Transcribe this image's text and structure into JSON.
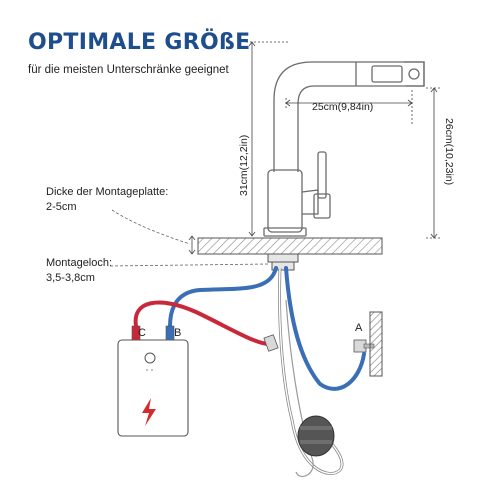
{
  "header": {
    "title": "OPTIMALE GRÖßE",
    "subtitle": "für die meisten Unterschränke geeignet"
  },
  "dimensions": {
    "spout_reach": "25cm(9,84in)",
    "total_height": "31cm(12,2in)",
    "spout_height": "26cm(10,23in)"
  },
  "annotations": {
    "plate_thickness_label": "Dicke der Montageplatte:",
    "plate_thickness_value": "2-5cm",
    "hole_label": "Montageloch:",
    "hole_value": "3,5-3,8cm"
  },
  "markers": {
    "cold": "B",
    "hot": "C",
    "angle_valve": "A"
  },
  "colors": {
    "title": "#1f4e8c",
    "hot_hose": "#c8283a",
    "cold_hose": "#3a6fb5",
    "outline": "#6b6b6b",
    "heater_icon": "#d42a2a"
  },
  "icons": {
    "heater": "lightning-icon"
  }
}
